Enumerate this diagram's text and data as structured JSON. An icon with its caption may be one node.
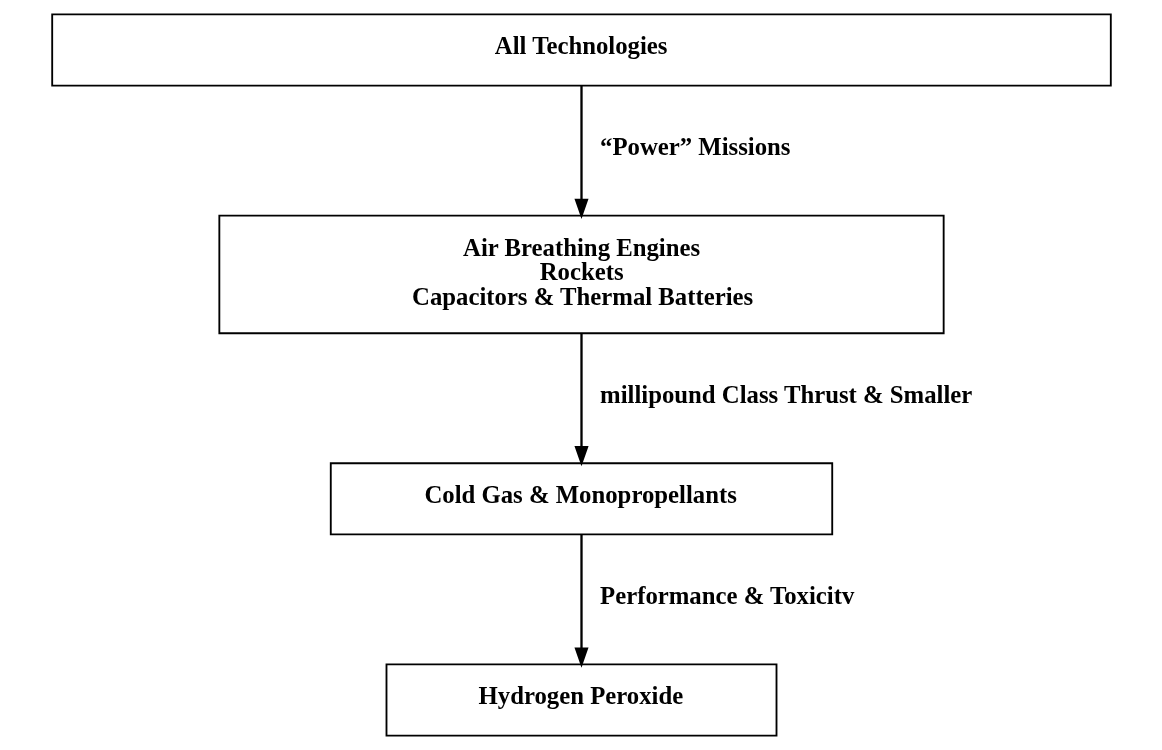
{
  "diagram": {
    "nodes": [
      {
        "text": [
          "All Technologies"
        ]
      },
      {
        "text": [
          "Air Breathing Engines",
          "Rockets",
          "Capacitors & Thermal Batteries"
        ]
      },
      {
        "text": [
          "Cold Gas & Monopropellants"
        ]
      },
      {
        "text": [
          "Hydrogen Peroxide"
        ]
      }
    ],
    "edges": [
      {
        "from": 0,
        "to": 1,
        "arrow": "to",
        "label": "“Power” Missions"
      },
      {
        "from": 1,
        "to": 2,
        "arrow": "to",
        "label": "millipound Class Thrust & Smaller"
      },
      {
        "from": 2,
        "to": 3,
        "arrow": "to",
        "label": "Performance & Toxicitv"
      }
    ]
  }
}
